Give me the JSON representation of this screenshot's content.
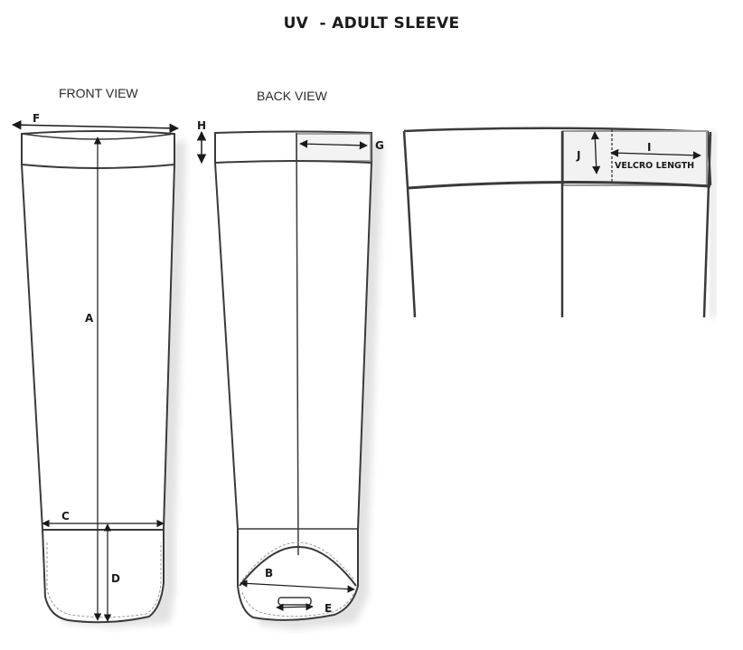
{
  "title": "UV  - ADULT SLEEVE",
  "views": {
    "front": {
      "label": "FRONT VIEW"
    },
    "back": {
      "label": "BACK VIEW"
    },
    "detail": {
      "label": ""
    }
  },
  "measurements": {
    "A": "A",
    "B": "B",
    "C": "C",
    "D": "D",
    "E": "E",
    "F": "F",
    "G": "G",
    "H": "H",
    "I": "I",
    "J": "J"
  },
  "annotations": {
    "velcro_length": "VELCRO LENGTH"
  },
  "colors": {
    "line": "#3a3a3a",
    "shadow": "#d9d9d9",
    "velcro_fill": "#f1f1f1",
    "stitch": "#9a9a9a"
  }
}
